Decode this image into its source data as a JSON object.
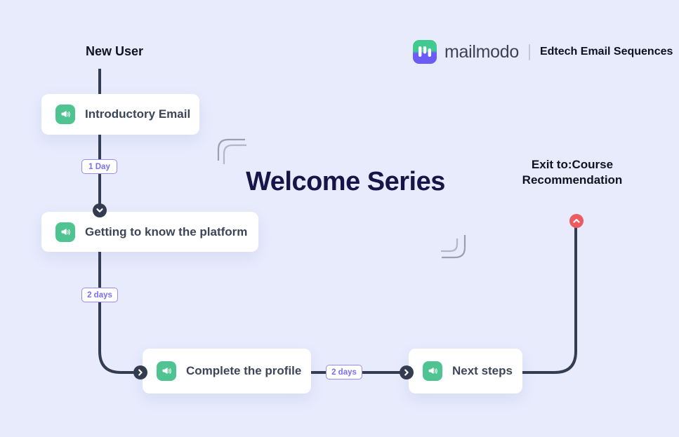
{
  "page": {
    "background_color": "#e7ebfc"
  },
  "header": {
    "brand": "mailmodo",
    "subtitle": "Edtech Email Sequences"
  },
  "flow": {
    "title": "Welcome Series",
    "entry_label": "New User",
    "exit_label": "Exit to:Course Recommendation",
    "nodes": [
      {
        "label": "Introductory Email",
        "icon": "megaphone-icon"
      },
      {
        "label": "Getting to know the platform",
        "icon": "megaphone-icon"
      },
      {
        "label": "Complete the profile",
        "icon": "megaphone-icon"
      },
      {
        "label": "Next steps",
        "icon": "megaphone-icon"
      }
    ],
    "delays": [
      {
        "label": "1 Day"
      },
      {
        "label": "2 days"
      },
      {
        "label": "2 days"
      }
    ],
    "connectors": [
      {
        "icon": "chevron-down-icon"
      },
      {
        "icon": "chevron-right-icon"
      },
      {
        "icon": "chevron-right-icon"
      },
      {
        "icon": "chevron-up-icon",
        "type": "exit"
      }
    ]
  },
  "colors": {
    "node_icon_green": "#4fc492",
    "delay_purple": "#7a6ef3",
    "flow_line": "#333d52",
    "connector_dark": "#333c50",
    "exit_red": "#ec5b61",
    "title_navy": "#171447",
    "logo_green": "#41ca90",
    "logo_purple": "#6a5cf5"
  }
}
